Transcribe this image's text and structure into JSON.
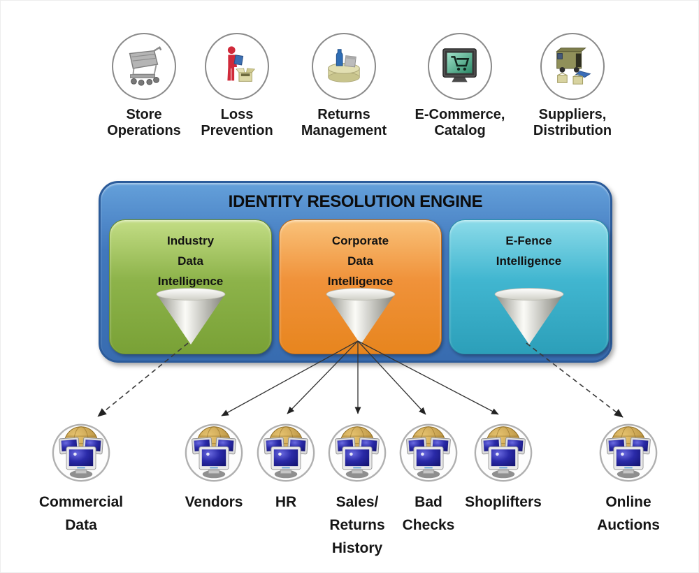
{
  "colors": {
    "engine_blue": "#4178bd",
    "module_green": "#8db34a",
    "module_orange": "#f0923a",
    "module_cyan": "#41b6d0",
    "text": "#141414",
    "connector": "#333333"
  },
  "engine": {
    "title": "IDENTITY RESOLUTION ENGINE",
    "modules": [
      {
        "id": "industry",
        "label": [
          "Industry",
          "Data",
          "Intelligence"
        ]
      },
      {
        "id": "corporate",
        "label": [
          "Corporate",
          "Data",
          "Intelligence"
        ]
      },
      {
        "id": "efence",
        "label": [
          "E-Fence",
          "Intelligence"
        ]
      }
    ]
  },
  "top_sources": [
    {
      "icon": "shopping-cart-icon",
      "label": [
        "Store",
        "Operations"
      ]
    },
    {
      "icon": "loss-prevention-person-icon",
      "label": [
        "Loss",
        "Prevention"
      ]
    },
    {
      "icon": "returns-container-icon",
      "label": [
        "Returns",
        "Management"
      ]
    },
    {
      "icon": "ecommerce-monitor-icon",
      "label": [
        "E-Commerce,",
        "Catalog"
      ]
    },
    {
      "icon": "delivery-truck-icon",
      "label": [
        "Suppliers,",
        "Distribution"
      ]
    }
  ],
  "bottom_sources": [
    {
      "icon": "computers-globe-icon",
      "label": [
        "Commercial",
        "Data"
      ],
      "connector": "dashed",
      "from": "industry"
    },
    {
      "icon": "computers-globe-icon",
      "label": [
        "Vendors"
      ],
      "connector": "solid",
      "from": "corporate"
    },
    {
      "icon": "computers-globe-icon",
      "label": [
        "HR"
      ],
      "connector": "solid",
      "from": "corporate"
    },
    {
      "icon": "computers-globe-icon",
      "label": [
        "Sales/",
        "Returns",
        "History"
      ],
      "connector": "solid",
      "from": "corporate"
    },
    {
      "icon": "computers-globe-icon",
      "label": [
        "Bad",
        "Checks"
      ],
      "connector": "solid",
      "from": "corporate"
    },
    {
      "icon": "computers-globe-icon",
      "label": [
        "Shoplifters"
      ],
      "connector": "solid",
      "from": "corporate"
    },
    {
      "icon": "computers-globe-icon",
      "label": [
        "Online",
        "Auctions"
      ],
      "connector": "dashed",
      "from": "efence"
    }
  ]
}
